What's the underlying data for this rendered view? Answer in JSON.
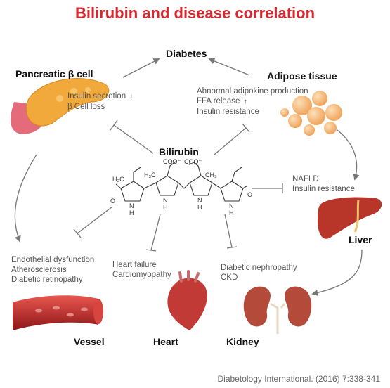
{
  "title": "Bilirubin and disease correlation",
  "center": {
    "label": "Bilirubin",
    "chem": {
      "cooh": "COO⁻",
      "h3c": "H₃C",
      "ch3": "CH₃",
      "o": "O",
      "n": "N",
      "h": "H"
    }
  },
  "nodes": {
    "diabetes": "Diabetes",
    "pancreas": "Pancreatic β cell",
    "adipose": "Adipose tissue",
    "liver": "Liver",
    "vessel": "Vessel",
    "heart": "Heart",
    "kidney": "Kidney"
  },
  "notes": {
    "pancreas": {
      "line1": "Insulin secretion",
      "line1_arrow": "↓",
      "line2": "β Cell loss"
    },
    "adipose": {
      "line1": "Abnormal adipokine production",
      "line2": "FFA release",
      "line2_arrow": "↑",
      "line3": "Insulin resistance"
    },
    "liver": {
      "line1": "NAFLD",
      "line2": "Insulin resistance"
    },
    "vessel": {
      "line1": "Endothelial dysfunction",
      "line2": "Atherosclerosis",
      "line3": "Diabetic retinopathy"
    },
    "heart": {
      "line1": "Heart failure",
      "line2": "Cardiomyopathy"
    },
    "kidney": {
      "line1": "Diabetic nephropathy",
      "line2": "CKD"
    }
  },
  "colors": {
    "title": "#d6282e",
    "pancreas": "#f2a93b",
    "adipose": "#f4b06a",
    "liver": "#b8352a",
    "vessel": "#c0282a",
    "heart": "#c23a35",
    "kidney": "#b44a3a"
  },
  "citation": "Diabetology International. (2016) 7:338-341"
}
